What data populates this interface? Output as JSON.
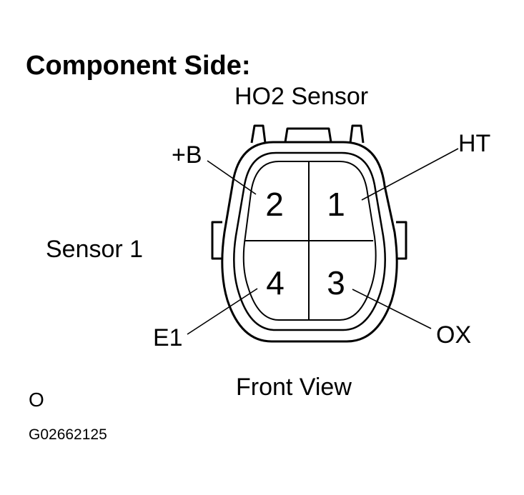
{
  "title": "Component Side:",
  "subtitle": "HO2 Sensor",
  "sensor_label": "Sensor 1",
  "view_label": "Front View",
  "footer": {
    "code_letter": "O",
    "figure_id": "G02662125"
  },
  "pins": [
    {
      "number": "2",
      "signal": "+B"
    },
    {
      "number": "1",
      "signal": "HT"
    },
    {
      "number": "4",
      "signal": "E1"
    },
    {
      "number": "3",
      "signal": "OX"
    }
  ]
}
